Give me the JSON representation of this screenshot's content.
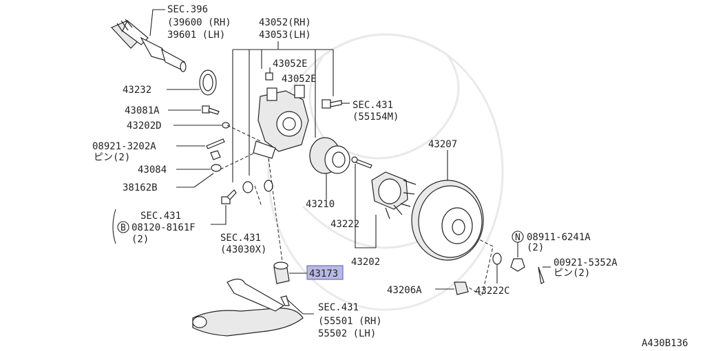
{
  "diagram_id": "A430B136",
  "highlighted_part": "43173",
  "labels": {
    "sec396": "SEC.396",
    "p39600": "(39600 (RH)",
    "p39601": " 39601 (LH)",
    "p43052": "43052(RH)",
    "p43053": "43053(LH)",
    "p43052e_a": "43052E",
    "p43052e_b": "43052E",
    "p43232": "43232",
    "p43081a": "43081A",
    "p43202d": "43202D",
    "p08921": "08921-3202A",
    "pin1": "ピン(2)",
    "p43084": "43084",
    "p38162b": "38162B",
    "sec431_a": "SEC.431",
    "p55154m": "(55154M)",
    "p43207": "43207",
    "p43210": "43210",
    "p43222": "43222",
    "p43202": "43202",
    "sec431_b": "SEC.431",
    "p08120": "08120-8161F",
    "bolt_b": "B",
    "qty2_b": "(2)",
    "sec431_c": "SEC.431",
    "p43030x": "(43030X)",
    "p08911": "08911-6241A",
    "nut_n": "N",
    "qty2_n": "(2)",
    "p00921": "00921-5352A",
    "pin2": "ピン(2)",
    "p43173": "43173",
    "p43206a": "43206A",
    "p43222c": "43222C",
    "sec431_d": "SEC.431",
    "p55501": "(55501 (RH)",
    "p55502": " 55502 (LH)"
  }
}
